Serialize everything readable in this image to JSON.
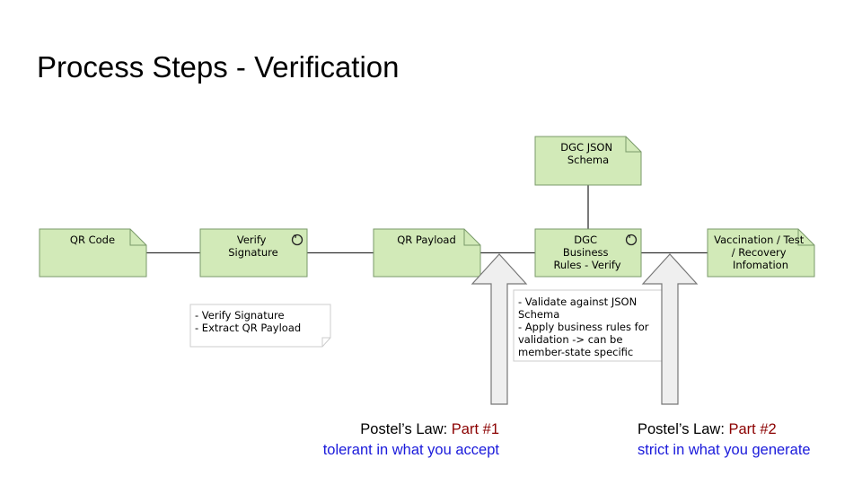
{
  "title": "Process Steps - Verification",
  "colors": {
    "node_fill": "#d2eab8",
    "node_stroke": "#7a9a6a",
    "arrow_fill": "#efefef",
    "part_color": "#8b0000",
    "desc_color": "#1a1adb"
  },
  "nodes": {
    "qr_code": {
      "lines": [
        "QR Code"
      ],
      "kind": "document"
    },
    "verify_signature": {
      "lines": [
        "Verify",
        "Signature"
      ],
      "kind": "process",
      "icon": "process-circle-icon"
    },
    "qr_payload": {
      "lines": [
        "QR Payload"
      ],
      "kind": "document"
    },
    "dgc_json_schema": {
      "lines": [
        "DGC JSON",
        "Schema"
      ],
      "kind": "document"
    },
    "dgc_business_rules": {
      "lines": [
        "DGC",
        "Business",
        "Rules - Verify"
      ],
      "kind": "process",
      "icon": "process-circle-icon"
    },
    "vaccination_info": {
      "lines": [
        "Vaccination / Test",
        "/ Recovery",
        "Infomation"
      ],
      "kind": "document"
    }
  },
  "notes": {
    "verify_note": [
      "- Verify Signature",
      "- Extract QR Payload"
    ],
    "rules_note": [
      "- Validate against JSON",
      "Schema",
      "- Apply business rules for",
      "validation -> can be",
      "member-state specific"
    ]
  },
  "postel": {
    "part1": {
      "prefix": "Postel’s Law: ",
      "part": "Part #1",
      "desc": "tolerant in what you accept"
    },
    "part2": {
      "prefix": "Postel’s Law: ",
      "part": "Part #2",
      "desc": "strict in what you generate"
    }
  }
}
